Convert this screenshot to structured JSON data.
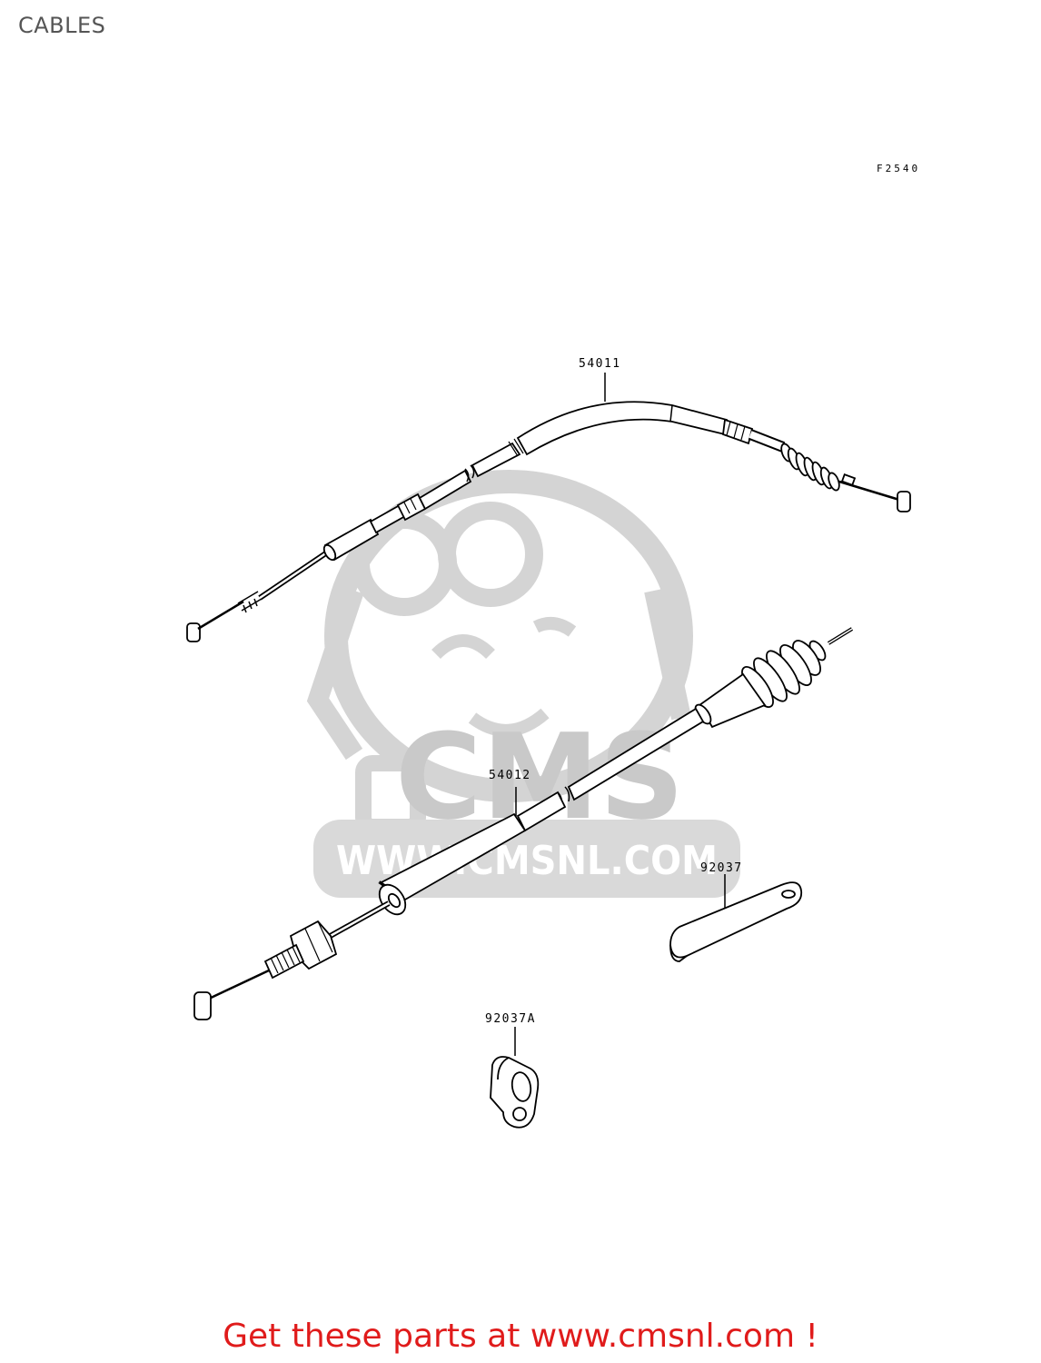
{
  "page_title": "CABLES",
  "figure_code": "F2540",
  "callouts": {
    "upper_cable": "54011",
    "lower_cable": "54012",
    "flat_clamp": "92037",
    "small_clamp": "92037A"
  },
  "watermark": {
    "logo_text": "CMS",
    "url_text": "WWW.CMSNL.COM"
  },
  "footer": {
    "cta_text": "Get these parts at www.cmsnl.com !",
    "cta_color": "#e01b1b"
  }
}
